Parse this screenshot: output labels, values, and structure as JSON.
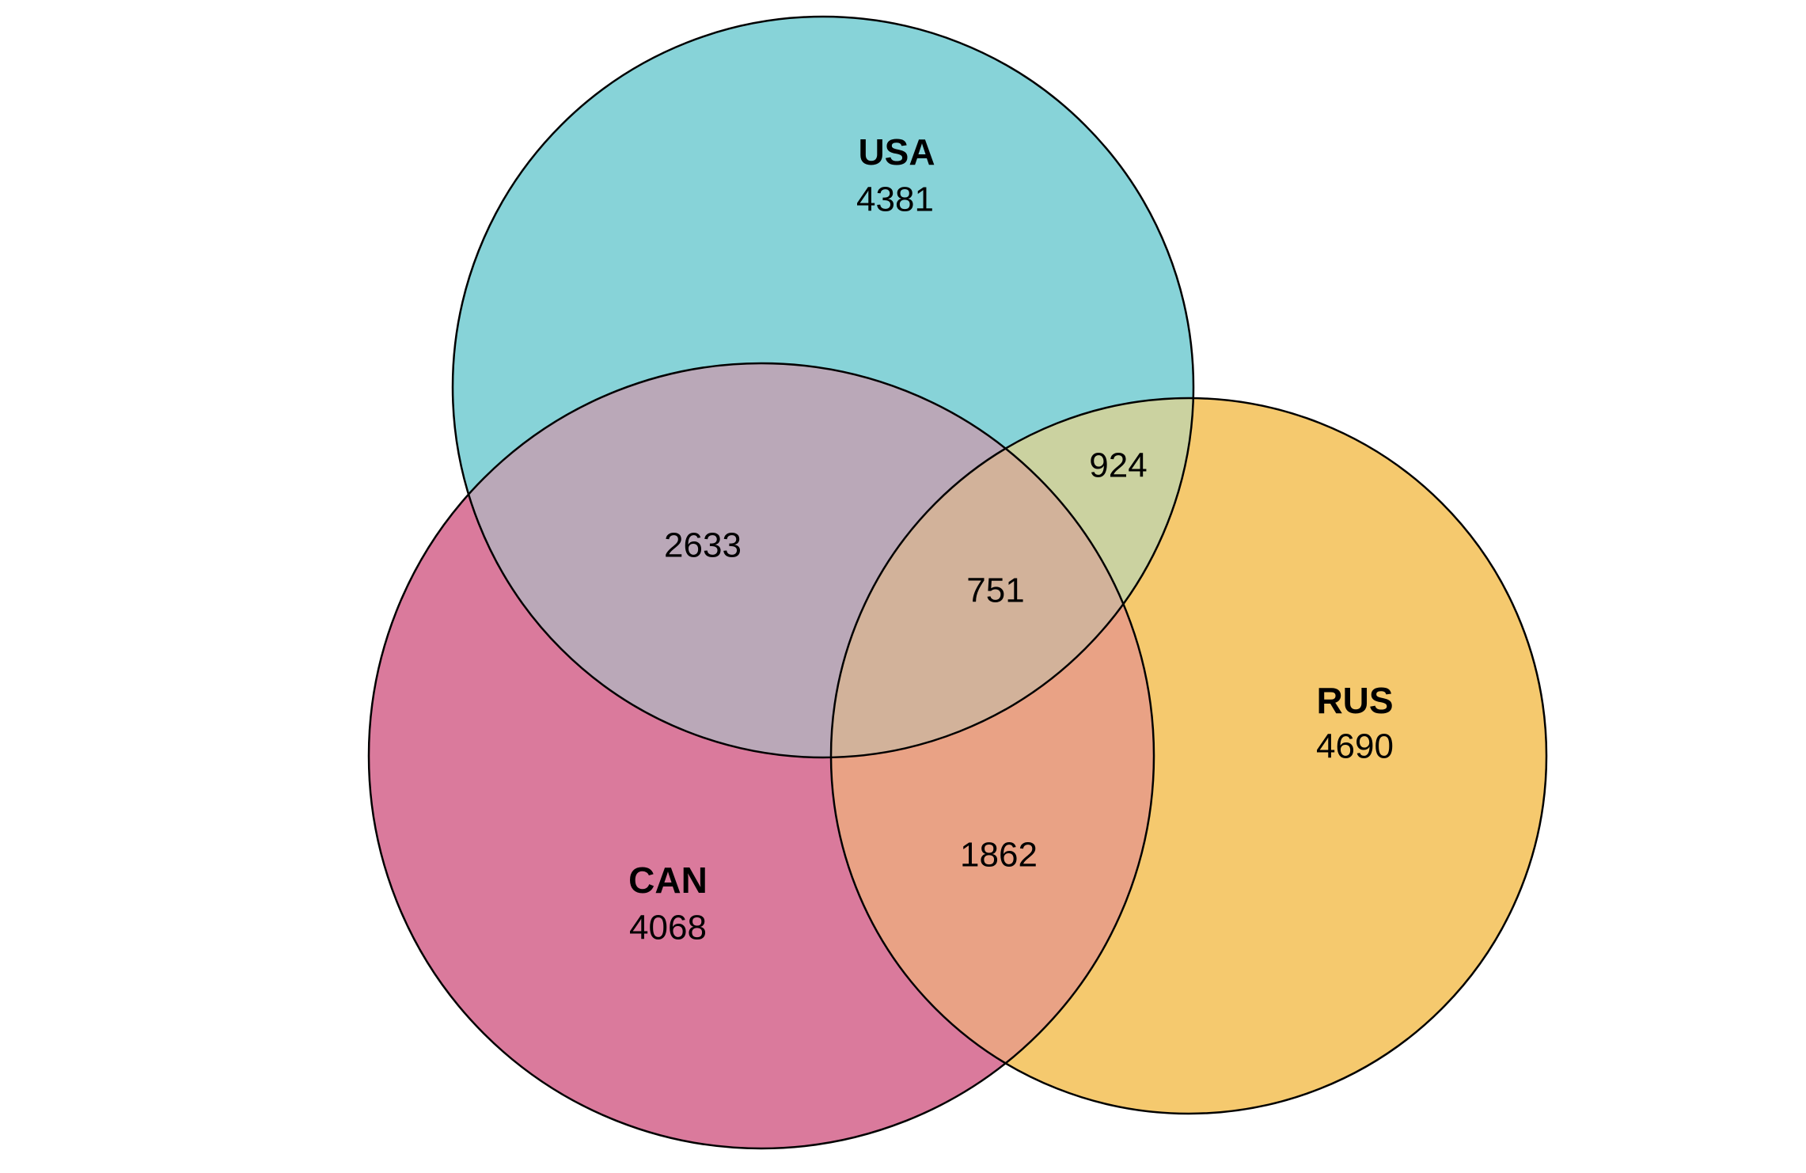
{
  "sets": [
    {
      "id": "usa",
      "name": "USA",
      "only": "4381",
      "color": "#87D3D8"
    },
    {
      "id": "can",
      "name": "CAN",
      "only": "4068",
      "color": "#DA7A9C"
    },
    {
      "id": "rus",
      "name": "RUS",
      "only": "4690",
      "color": "#F5C96E"
    }
  ],
  "intersections": {
    "usa_can": "2633",
    "usa_rus": "924",
    "can_rus": "1862",
    "usa_can_rus": "751"
  },
  "region_colors": {
    "usa_can": "#BAA8B8",
    "usa_rus": "#CBD2A0",
    "can_rus": "#E9A285",
    "usa_can_rus": "#D2B29A"
  },
  "outline_color": "#000000"
}
